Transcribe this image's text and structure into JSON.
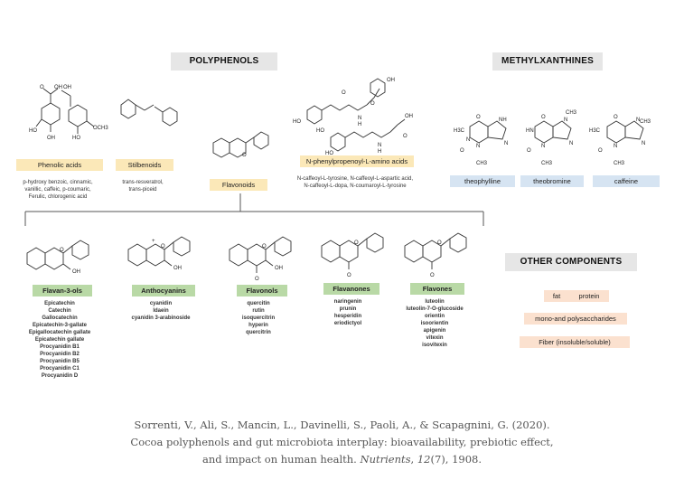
{
  "headers": {
    "polyphenols": "POLYPHENOLS",
    "methylxanthines": "METHYLXANTHINES",
    "other_components": "OTHER COMPONENTS"
  },
  "phenolic_acids": {
    "label": "Phenolic acids",
    "examples": [
      "p-hydroxy benzoic, cinnamic,",
      "vanillic, caffeic, p-coumaric,",
      "Ferulic, chlorogenic acid"
    ],
    "struct_labels": {
      "oh_top": "OH",
      "o_top": "O",
      "ho_left": "HO",
      "oh_bottom": "OH",
      "oh_right": "OH",
      "och3": "OCH3",
      "ho_bottom": "HO"
    }
  },
  "stilbenoids": {
    "label": "Stilbenoids",
    "examples": [
      "trans-resveratrol,",
      "trans-piceid"
    ]
  },
  "flavonoids": {
    "label": "Flavonoids",
    "o_label": "O"
  },
  "n_phenylpropenoyl": {
    "label": "N-phenylpropenoyl-L-amino acids",
    "examples": [
      "N-caffeoyl-L-tyrosine, N-caffeoyl-L-aspartic acid,",
      "N-caffeoyl-L-dopa, N-coumaroyl-L-tyrosine"
    ],
    "struct_labels": {
      "ho1": "HO",
      "ho2": "HO",
      "ho3": "HO",
      "oh1": "OH",
      "oh2": "OH",
      "nh1": "N",
      "nh2": "N",
      "h1": "H",
      "h2": "H",
      "o1": "O",
      "o2": "O",
      "o3": "O"
    }
  },
  "methylxanthines": [
    {
      "label": "theophylline",
      "s": {
        "h3c": "H3C",
        "o1": "O",
        "o2": "O",
        "n1": "N",
        "n2": "N",
        "n3": "N",
        "nh": "NH",
        "ch3": "CH3"
      }
    },
    {
      "label": "theobromine",
      "s": {
        "hn": "HN",
        "o1": "O",
        "o2": "O",
        "n1": "N",
        "n2": "N",
        "n3": "N",
        "ch3a": "CH3",
        "ch3b": "CH3"
      }
    },
    {
      "label": "caffeine",
      "s": {
        "h3c": "H3C",
        "o1": "O",
        "o2": "O",
        "n1": "N",
        "n2": "N",
        "n3": "N",
        "ch3a": "CH3",
        "ch3b": "CH3"
      }
    }
  ],
  "flavonoid_classes": [
    {
      "label": "Flavan-3-ols",
      "struct": {
        "o": "O",
        "oh": "OH"
      },
      "examples": [
        "Epicatechin",
        "Catechin",
        "Gallocatechin",
        "Epicatechin-3-gallate",
        "Epigallocatechin gallate",
        "Epicatechin gallate",
        "Procyanidin B1",
        "Procyanidin B2",
        "Procyanidin B5",
        "Procyanidin C1",
        "Procyanidin D"
      ]
    },
    {
      "label": "Anthocyanins",
      "struct": {
        "o": "O",
        "oh": "OH",
        "plus": "+"
      },
      "examples": [
        "cyanidin",
        "Idaein",
        "cyanidin 3-arabinoside"
      ]
    },
    {
      "label": "Flavonols",
      "struct": {
        "o": "O",
        "oh": "OH",
        "o2": "O"
      },
      "examples": [
        "quercitin",
        "rutin",
        "isoquercitrin",
        "hyperin",
        "quercitrin"
      ]
    },
    {
      "label": "Flavanones",
      "struct": {
        "o": "O",
        "o2": "O"
      },
      "examples": [
        "naringenin",
        "prunin",
        "hesperidin",
        "eriodictyol"
      ]
    },
    {
      "label": "Flavones",
      "struct": {
        "o": "O",
        "o2": "O"
      },
      "examples": [
        "luteolin",
        "luteolin-7-O-glucoside",
        "orientin",
        "isoorientin",
        "apigenin",
        "vitexin",
        "isovitexin"
      ]
    }
  ],
  "other_components": {
    "fat": "fat",
    "protein": "protein",
    "mono": "mono-and polysaccharides",
    "fiber": "Fiber (insoluble/soluble)"
  },
  "caption": {
    "line1": "Sorrenti, V., Ali, S., Mancin, L., Davinelli, S., Paoli, A., & Scapagnini, G. (2020).",
    "line2": "Cocoa polyphenols and gut microbiota interplay: bioavailability, prebiotic effect,",
    "line3_pre": "and impact on human health. ",
    "journal": "Nutrients",
    "sep1": ", ",
    "volume": "12",
    "issue": "(7)",
    "pages": ", 1908."
  },
  "colors": {
    "header_bg": "#e6e6e6",
    "yellow": "#fbe8b8",
    "blue": "#d6e4f2",
    "green": "#b9d9a6",
    "peach": "#fbe1cf"
  }
}
